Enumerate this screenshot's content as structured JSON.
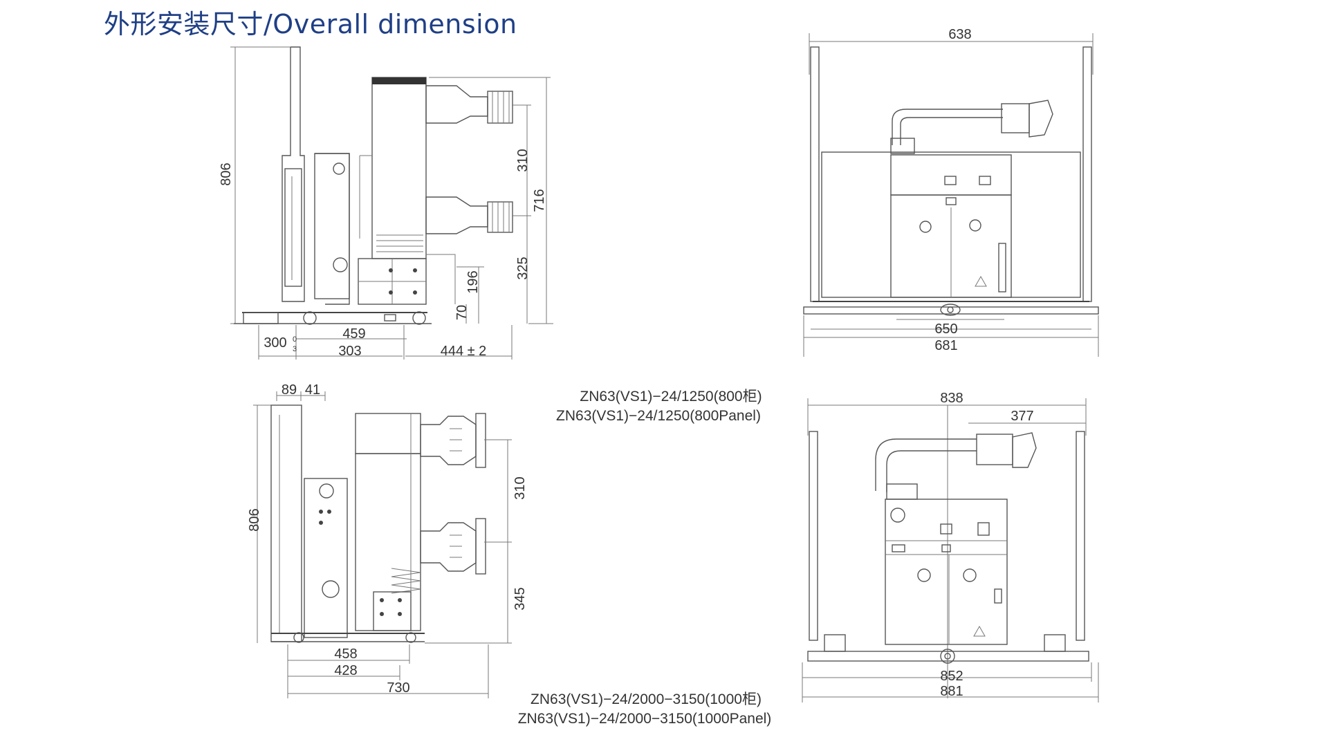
{
  "title": "外形安装尺寸/Overall dimension",
  "views": {
    "top_left": {
      "dim_806": "806",
      "dim_310": "310",
      "dim_716": "716",
      "dim_325": "325",
      "dim_196": "196",
      "dim_70": "70",
      "dim_459": "459",
      "dim_300": "300",
      "dim_300_tol_upper": "0",
      "dim_300_tol_lower": "3",
      "dim_303": "303",
      "dim_444": "444 ± 2"
    },
    "top_right": {
      "dim_638": "638",
      "dim_650": "650",
      "dim_681": "681"
    },
    "bottom_left": {
      "dim_89": "89",
      "dim_41": "41",
      "dim_806": "806",
      "dim_310": "310",
      "dim_345": "345",
      "dim_458": "458",
      "dim_428": "428",
      "dim_730": "730"
    },
    "bottom_right": {
      "dim_838": "838",
      "dim_377": "377",
      "dim_852": "852",
      "dim_881": "881"
    }
  },
  "captions": {
    "model_800_cn": "ZN63(VS1)−24/1250(800柜)",
    "model_800_en": "ZN63(VS1)−24/1250(800Panel)",
    "model_1000_cn": "ZN63(VS1)−24/2000−3150(1000柜)",
    "model_1000_en": "ZN63(VS1)−24/2000−3150(1000Panel)"
  }
}
